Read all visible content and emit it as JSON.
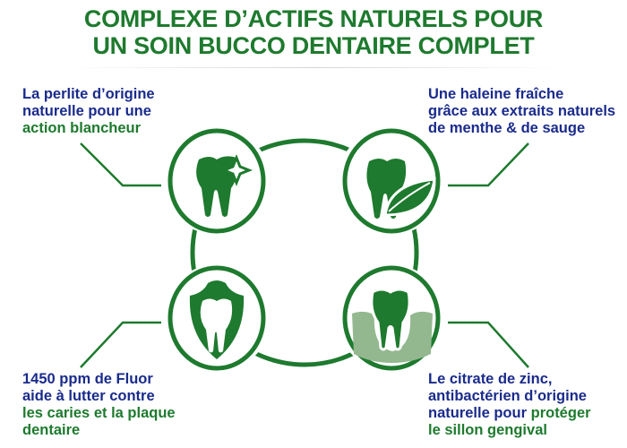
{
  "title": {
    "line1": "COMPLEXE D’ACTIFS NATURELS POUR",
    "line2": "UN SOIN BUCCO DENTAIRE COMPLET"
  },
  "benefits": [
    {
      "icon": "tooth-sparkle-icon",
      "lines": [
        {
          "text": "La perlite d’origine",
          "color": "blue"
        },
        {
          "text": "naturelle pour une",
          "color": "blue"
        },
        {
          "text": "action blancheur",
          "color": "green"
        }
      ]
    },
    {
      "icon": "tooth-leaf-icon",
      "lines": [
        {
          "text": "Une haleine fraîche",
          "color": "blue"
        },
        {
          "text": "grâce aux extraits naturels",
          "color": "blue"
        },
        {
          "text": "de menthe & de sauge",
          "color": "blue"
        }
      ]
    },
    {
      "icon": "tooth-shield-icon",
      "lines": [
        {
          "text": "1450 ppm de Fluor",
          "color": "blue"
        },
        {
          "text": "aide à lutter contre",
          "color": "blue"
        },
        {
          "text": "les caries et la plaque",
          "color": "green"
        },
        {
          "text": "dentaire",
          "color": "green"
        }
      ]
    },
    {
      "icon": "tooth-gum-icon",
      "lines": [
        {
          "text": "Le citrate de zinc,",
          "color": "blue"
        },
        {
          "text": "antibactérien d’origine",
          "color": "blue"
        },
        {
          "text": "naturelle pour ",
          "color": "blue"
        },
        {
          "text": "protéger",
          "color": "green"
        },
        {
          "text": "le sillon gengival",
          "color": "green"
        }
      ]
    }
  ],
  "colors": {
    "green": "#1e7a2e",
    "blue": "#1a2b8c",
    "light_green": "#93b88f"
  }
}
